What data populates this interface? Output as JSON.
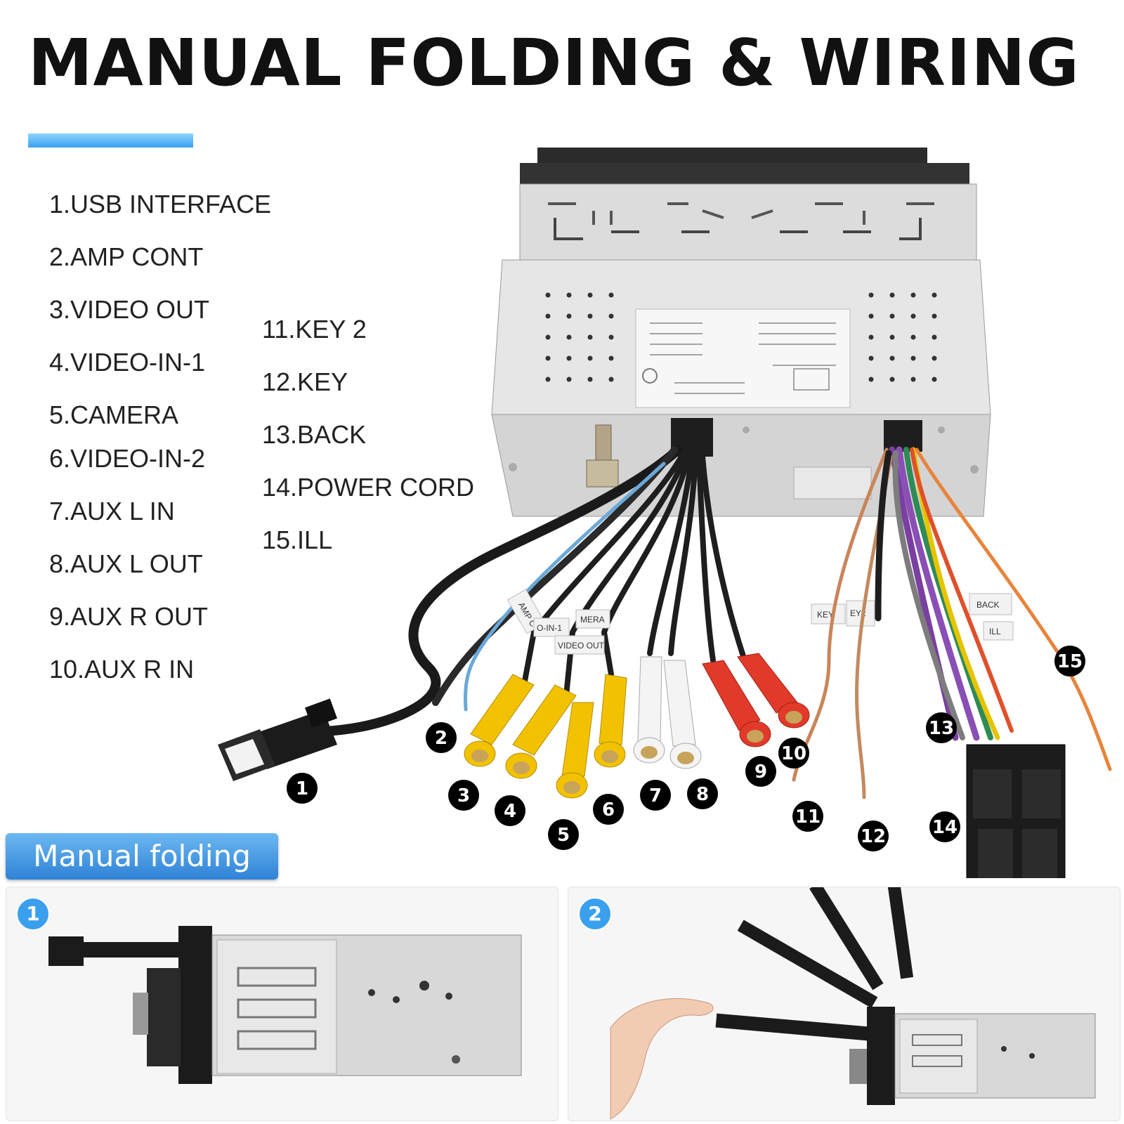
{
  "title": "MANUAL FOLDING & WIRING",
  "legend_left": [
    "1.USB INTERFACE",
    "2.AMP CONT",
    "3.VIDEO OUT",
    "4.VIDEO-IN-1",
    "5.CAMERA",
    "6.VIDEO-IN-2",
    "7.AUX L IN",
    "8.AUX L OUT",
    "9.AUX R OUT",
    "10.AUX R IN"
  ],
  "legend_right": [
    "11.KEY 2",
    "12.KEY",
    "13.BACK",
    "14.POWER CORD",
    "15.ILL"
  ],
  "callouts": [
    "1",
    "2",
    "3",
    "4",
    "5",
    "6",
    "7",
    "8",
    "9",
    "10",
    "11",
    "12",
    "13",
    "14",
    "15"
  ],
  "cable_tags": {
    "amp": "AMP C",
    "video_in": "O-IN-1",
    "camera": "MERA",
    "video_out": "VIDEO OUT",
    "key": "KEY",
    "key2": "EY2",
    "back": "BACK",
    "ill": "ILL"
  },
  "section_label": "Manual folding",
  "steps": [
    "1",
    "2"
  ],
  "colors": {
    "accent_blue": "#3aa0ee",
    "rca_yellow": "#f2c200",
    "rca_white": "#f4f4f4",
    "rca_red": "#e23a2a",
    "chassis": "#d9dadb"
  }
}
